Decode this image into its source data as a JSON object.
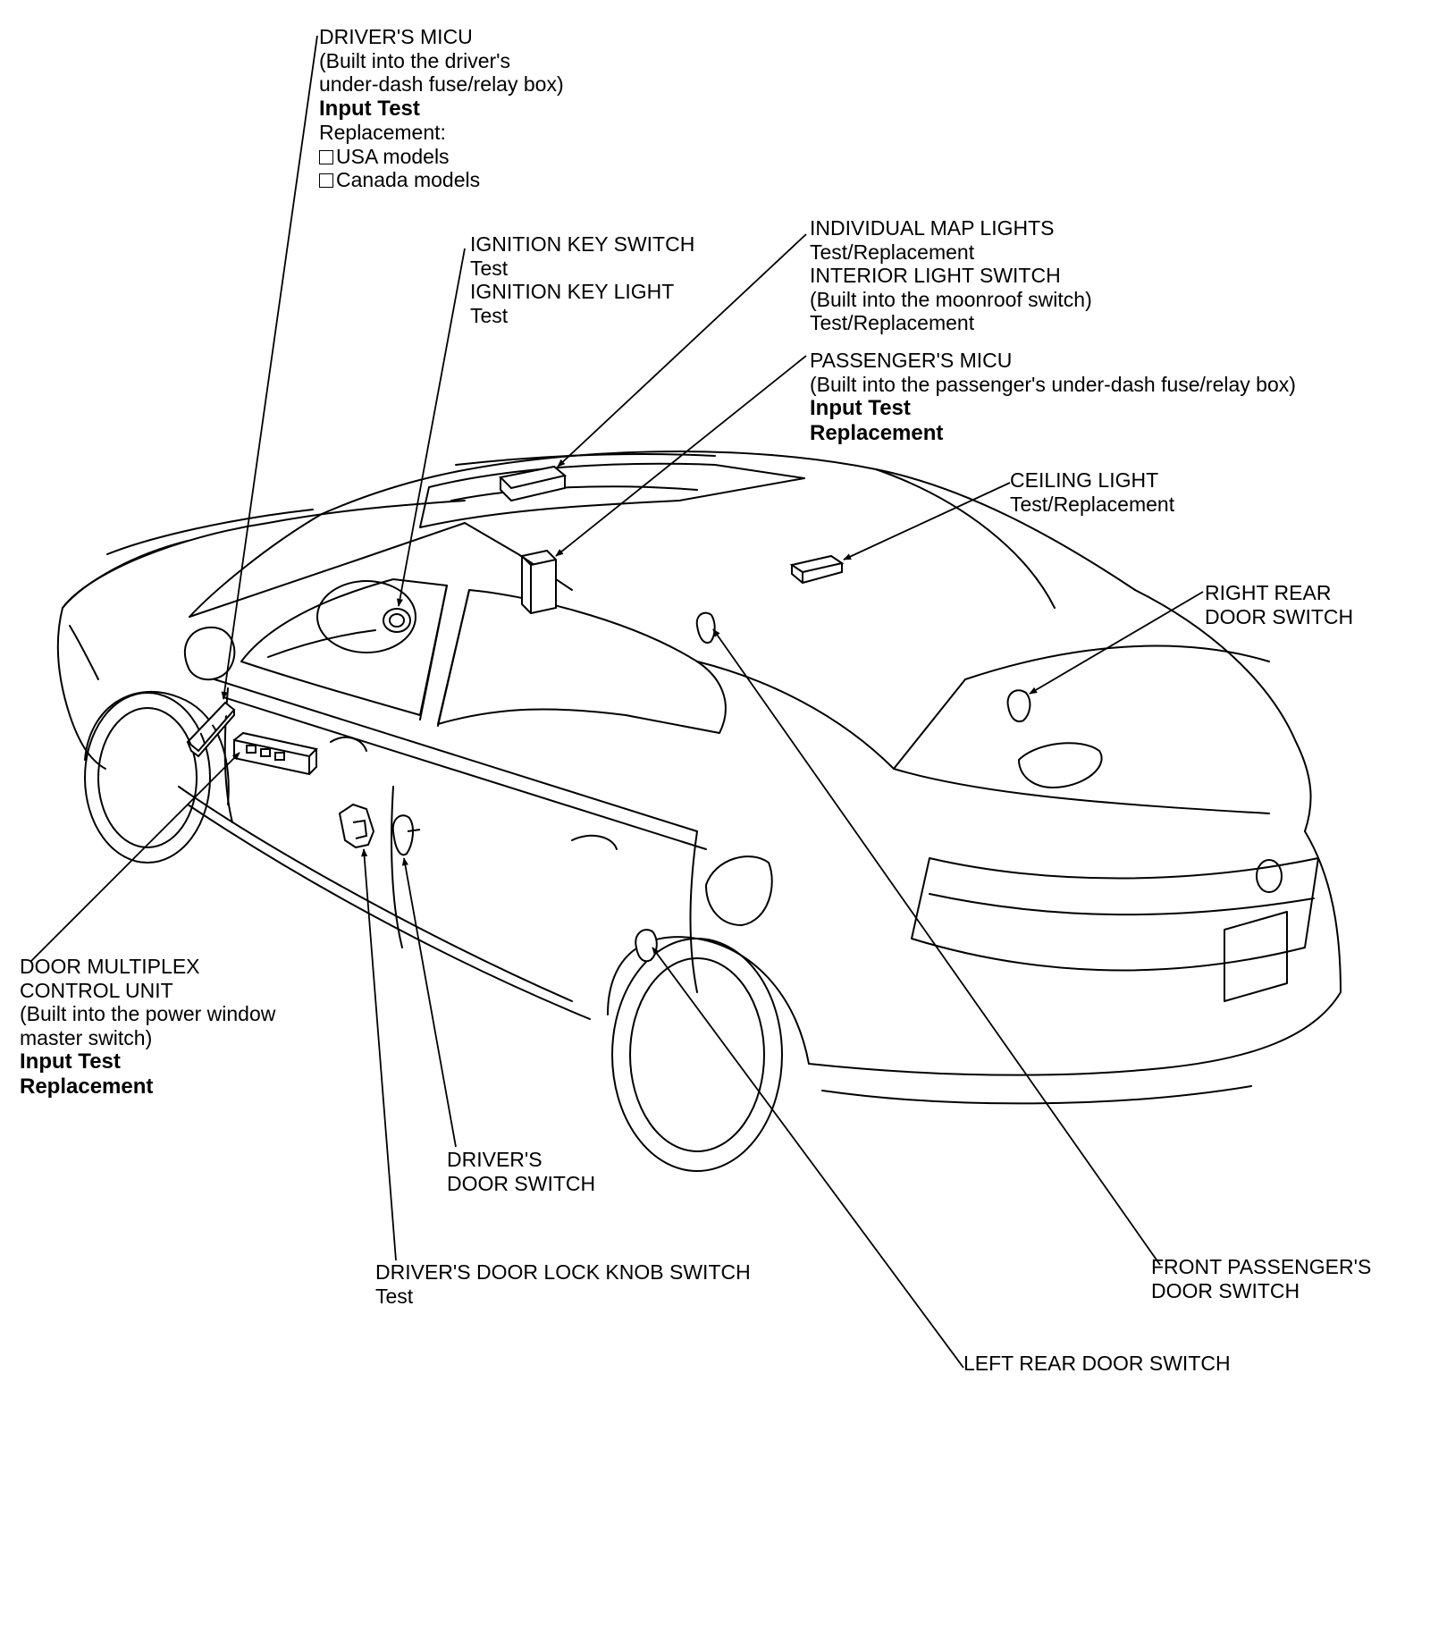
{
  "callouts": {
    "drivers_micu": {
      "title": "DRIVER'S MICU",
      "note1": "(Built into the driver's",
      "note2": "under-dash fuse/relay box)",
      "input_test": "Input Test",
      "replacement_heading": "Replacement:",
      "usa_models": "USA models",
      "canada_models": "Canada models"
    },
    "ignition_key_switch": {
      "title": "IGNITION KEY SWITCH",
      "test": "Test",
      "light_title": "IGNITION KEY LIGHT",
      "light_test": "Test"
    },
    "map_lights": {
      "title": "INDIVIDUAL MAP LIGHTS",
      "link": "Test/Replacement",
      "switch_title": "INTERIOR LIGHT SWITCH",
      "switch_note": "(Built into the moonroof switch)",
      "switch_link": "Test/Replacement"
    },
    "passengers_micu": {
      "title": "PASSENGER'S MICU",
      "note": "(Built into the passenger's under-dash fuse/relay box)",
      "input_test": "Input Test",
      "replacement": "Replacement"
    },
    "ceiling_light": {
      "title": "CEILING LIGHT",
      "link": "Test/Replacement"
    },
    "right_rear_door_switch": {
      "line1": "RIGHT REAR",
      "line2": "DOOR SWITCH"
    },
    "door_multiplex": {
      "line1": "DOOR MULTIPLEX",
      "line2": "CONTROL UNIT",
      "note1": "(Built into the power window",
      "note2": "master switch)",
      "input_test": "Input Test",
      "replacement": "Replacement"
    },
    "drivers_door_switch": {
      "line1": "DRIVER'S",
      "line2": "DOOR SWITCH"
    },
    "door_lock_knob_switch": {
      "title": "DRIVER'S DOOR LOCK KNOB SWITCH",
      "test": "Test"
    },
    "front_passengers_door_switch": {
      "line1": "FRONT PASSENGER'S",
      "line2": "DOOR SWITCH"
    },
    "left_rear_door_switch": {
      "title": "LEFT REAR DOOR SWITCH"
    }
  }
}
